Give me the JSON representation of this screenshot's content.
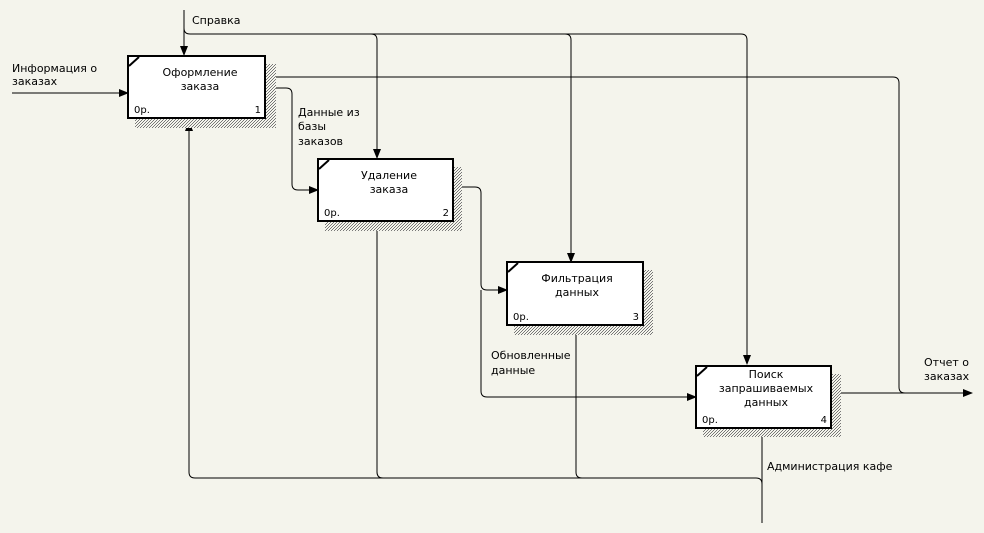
{
  "colors": {
    "background": "#f4f4ec",
    "box_fill": "#ffffff",
    "line": "#000000",
    "shadow": "#9a9a9a"
  },
  "boxes": [
    {
      "title_lines": [
        "Оформление",
        "заказа"
      ],
      "cost": "0р.",
      "number": "1"
    },
    {
      "title_lines": [
        "Удаление",
        "заказа"
      ],
      "cost": "0р.",
      "number": "2"
    },
    {
      "title_lines": [
        "Фильтрация",
        "данных"
      ],
      "cost": "0р.",
      "number": "3"
    },
    {
      "title_lines": [
        "Поиск",
        "запрашиваемых",
        "данных"
      ],
      "cost": "0р.",
      "number": "4"
    }
  ],
  "arrow_labels": {
    "control_top": [
      "Справка"
    ],
    "input_left": [
      "Информация о",
      "заказах"
    ],
    "db_data": [
      "Данные из",
      "базы",
      "заказов"
    ],
    "updated_data": [
      "Обновленные",
      "данные"
    ],
    "output_right": [
      "Отчет о",
      "заказах"
    ],
    "mechanism_bottom": [
      "Администрация кафе"
    ]
  }
}
